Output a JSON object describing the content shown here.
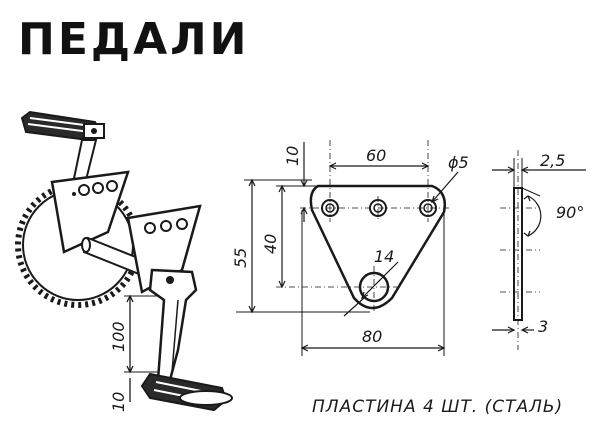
{
  "title": "ПЕДАЛИ",
  "plate": {
    "caption": "ПЛАСТИНА  4 ШТ. (СТАЛЬ)",
    "dims": {
      "top_width": "60",
      "hole_diameter": "ϕ5",
      "top_offset": "10",
      "hole_spacing_vertical": "40",
      "height": "55",
      "center_hole": "14",
      "bottom_width": "80",
      "thickness": "2,5",
      "angle": "90°",
      "edge": "3"
    }
  },
  "pedal": {
    "dims": {
      "crank_length": "100",
      "crank_offset": "10"
    }
  }
}
